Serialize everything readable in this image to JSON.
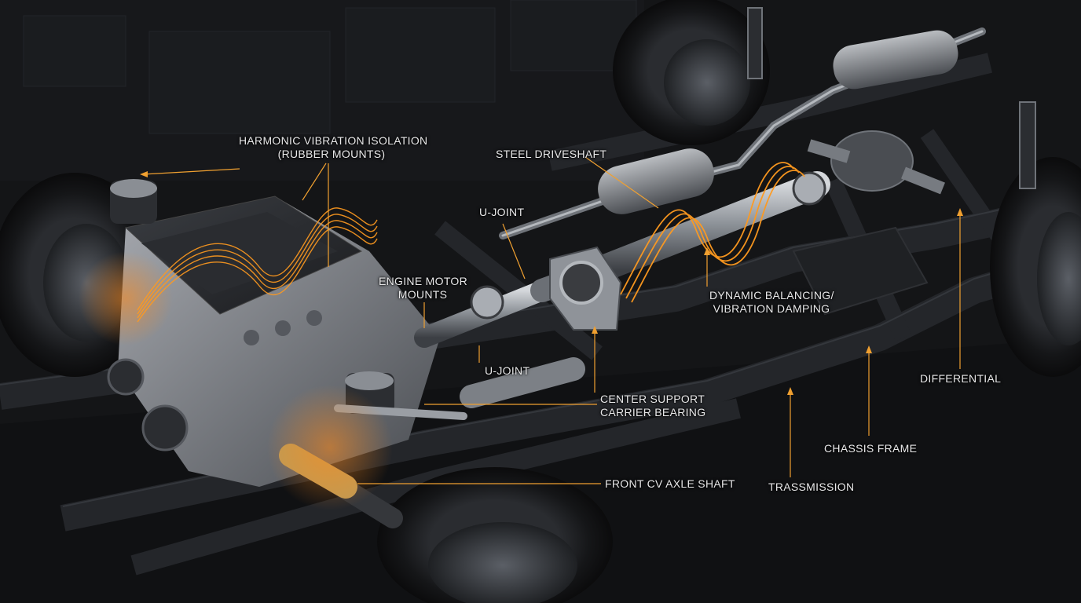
{
  "colors": {
    "background": "#121315",
    "chassis": "#1d1f22",
    "metal": "#8b8f95",
    "leader_line": "#f0a030",
    "vibration_wave": "#ff9a1f",
    "label_text": "#e9e9ea"
  },
  "labels": {
    "harmonic_vibration_isolation": {
      "line1": "HARMONIC VIBRATION ISOLATION",
      "line2": "(RUBBER MOUNTS)"
    },
    "steel_driveshaft": "STEEL DRIVESHAFT",
    "u_joint_upper": "U-JOINT",
    "engine_motor_mounts": {
      "line1": "ENGINE MOTOR",
      "line2": "MOUNTS"
    },
    "dynamic_balancing": {
      "line1": "DYNAMIC BALANCING/",
      "line2": "VIBRATION DAMPING"
    },
    "u_joint_lower": "U-JOINT",
    "center_support_bearing": {
      "line1": "CENTER SUPPORT",
      "line2": "CARRIER BEARING"
    },
    "differential": "DIFFERENTIAL",
    "chassis_frame": "CHASSIS FRAME",
    "front_cv_axle_shaft": "FRONT CV AXLE SHAFT",
    "transmission": "TRASSMISSION"
  }
}
